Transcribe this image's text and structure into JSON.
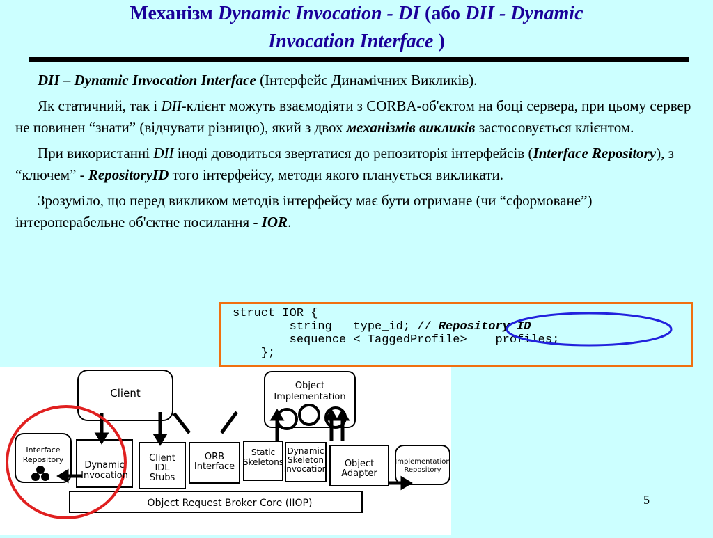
{
  "title": {
    "part1": "Механізм ",
    "part2": "Dynamic Invocation - DI",
    "part3": " (або ",
    "part4": "DII - Dynamic",
    "part5": "Invocation Interface",
    "part6": " )"
  },
  "paragraphs": {
    "p1": {
      "a": "DII",
      "b": " – ",
      "c": "Dynamic Invocation Interface",
      "d": " (Інтерфейс Динамічних Викликів)."
    },
    "p2": {
      "a": "Як статичний, так і ",
      "b": "DII",
      "c": "-клієнт можуть взаємодіяти з CORBA-об'єктом на боці сервера, при цьому сервер не повинен “знати” (відчувати різницю), який з двох ",
      "d": "механізмів викликів",
      "e": " застосовується клієнтом."
    },
    "p3": {
      "a": "При використанні ",
      "b": "DII",
      "c": " іноді доводиться звертатися до репозиторія інтерфейсів (",
      "d": "Interface Repository",
      "e": "), з “ключем” - ",
      "f": "RepositoryID",
      "g": " того інтерфейсу, методи якого планується викликати."
    },
    "p4": {
      "a": "Зрозуміло, що перед викликом методів інтерфейсу має бути отримане (чи “сформоване”) інтероперабельне об'єктне посилання - ",
      "b": "IOR",
      "c": "."
    }
  },
  "code": {
    "line1": "struct IOR {",
    "line2a": "        string   type_id; // ",
    "line2b": "Repository ID",
    "line3": "        sequence < TaggedProfile>    profiles;",
    "line4": "    };"
  },
  "diagram": {
    "client": "Client",
    "object_implementation_1": "Object",
    "object_implementation_2": "Implementation",
    "interface_repository_1": "Interface",
    "interface_repository_2": "Repository",
    "dynamic_invocation_1": "Dynamic",
    "dynamic_invocation_2": "Invocation",
    "client_idl_stubs_1": "Client",
    "client_idl_stubs_2": "IDL",
    "client_idl_stubs_3": "Stubs",
    "orb_interface_1": "ORB",
    "orb_interface_2": "Interface",
    "static_skeletons_1": "Static",
    "static_skeletons_2": "Skeletons",
    "dynamic_skeleton_1": "Dynamic",
    "dynamic_skeleton_2": "Skeleton",
    "dynamic_skeleton_3": "Invocation",
    "object_adapter_1": "Object",
    "object_adapter_2": "Adapter",
    "implementation_repository_1": "Implementation",
    "implementation_repository_2": "Repository",
    "orb_core": "Object Request Broker Core (IIOP)"
  },
  "page_number": "5",
  "colors": {
    "background": "#ccffff",
    "title": "#1a0099",
    "code_border": "#f07010",
    "highlight_ellipse": "#2222dd",
    "repository_circle": "#e02020"
  }
}
